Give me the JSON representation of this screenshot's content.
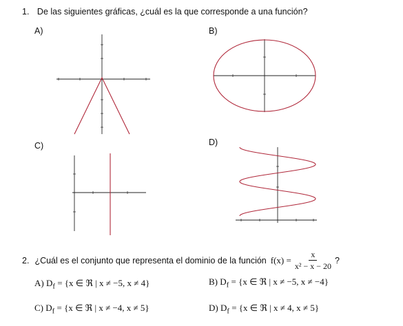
{
  "q1": {
    "number": "1.",
    "text": "De las siguientes gráficas, ¿cuál es la que corresponde a una función?",
    "options": {
      "a": "A)",
      "b": "B)",
      "c": "C)",
      "d": "D)"
    }
  },
  "q2": {
    "number": "2.",
    "text": "¿Cuál es el conjunto que representa el dominio de la función",
    "fx": "f(x) =",
    "numerator": "x",
    "denominator": "x² − x − 20",
    "end": "?",
    "options": {
      "a": "A) D<sub>f</sub> = {x ∈ ℜ | x ≠ −5, x ≠ 4}",
      "b": "B) D<sub>f</sub> = {x ∈ ℜ | x ≠ −5, x ≠ −4}",
      "c": "C) D<sub>f</sub> = {x ∈ ℜ | x ≠ −4, x ≠ 5}",
      "d": "D) D<sub>f</sub> = {x ∈ ℜ | x ≠ 4, x ≠ 5}"
    }
  },
  "colors": {
    "curve": "#b0283a",
    "axis": "#222222"
  }
}
